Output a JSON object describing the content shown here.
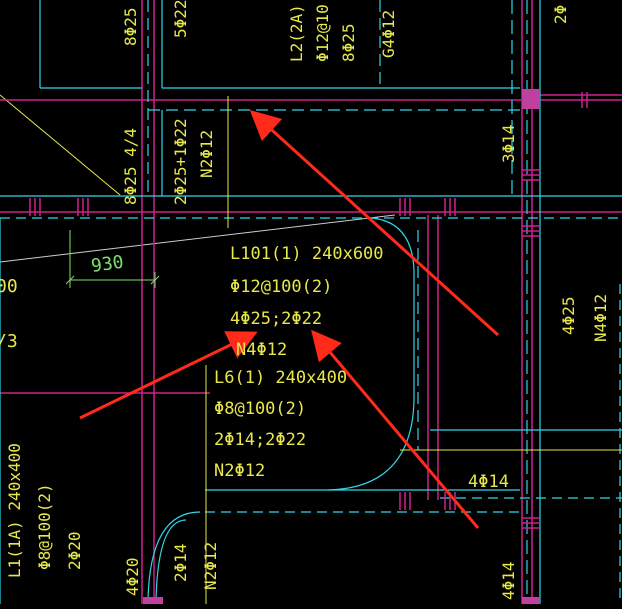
{
  "colors": {
    "background": "#000000",
    "beam_cyan": "#2fd6e6",
    "wall_magenta": "#d0208e",
    "text_yellow": "#e8e84a",
    "dim_green": "#7ee06a",
    "arrow_red": "#ff2a1a",
    "column_fill": "#c040a0"
  },
  "annotations": {
    "top_8phi25": "8Φ25",
    "top_5phi22": "5Φ22",
    "top_l2_2a": "L2(2A)",
    "top_phi12_at": "Φ12@10",
    "top_8phi25_b": "8Φ25",
    "top_g4phi12": "G4Φ12",
    "top_right_2phi": "2Φ",
    "left_8phi25_4_4": "8Φ25 4/4",
    "left_2phi25_1phi22": "2Φ25+1Φ22",
    "left_n2phi12": "N2Φ12",
    "right_3phi14": "3Φ14",
    "dim_930": "930",
    "left_cut_00": "00",
    "left_cut_3": "/3",
    "l101_title": "L101(1) 240x600",
    "l101_stirrup": "Φ12@100(2)",
    "l101_bars": "4Φ25;2Φ22",
    "l101_n4": "N4Φ12",
    "l6_title": "L6(1) 240x400",
    "l6_stirrup": "Φ8@100(2)",
    "l6_bars": "2Φ14;2Φ22",
    "l6_n2": "N2Φ12",
    "right_4phi25": "4Φ25",
    "right_n4phi12": "N4Φ12",
    "right_4phi14": "4Φ14",
    "l1_title": "L1(1A) 240x400",
    "l1_stirrup": "Φ8@100(2)",
    "l1_bars": "2Φ20",
    "bottom_4phi20": "4Φ20",
    "bottom_2phi14": "2Φ14",
    "bottom_n2phi12": "N2Φ12",
    "bottom_4phi14": "4Φ14"
  }
}
